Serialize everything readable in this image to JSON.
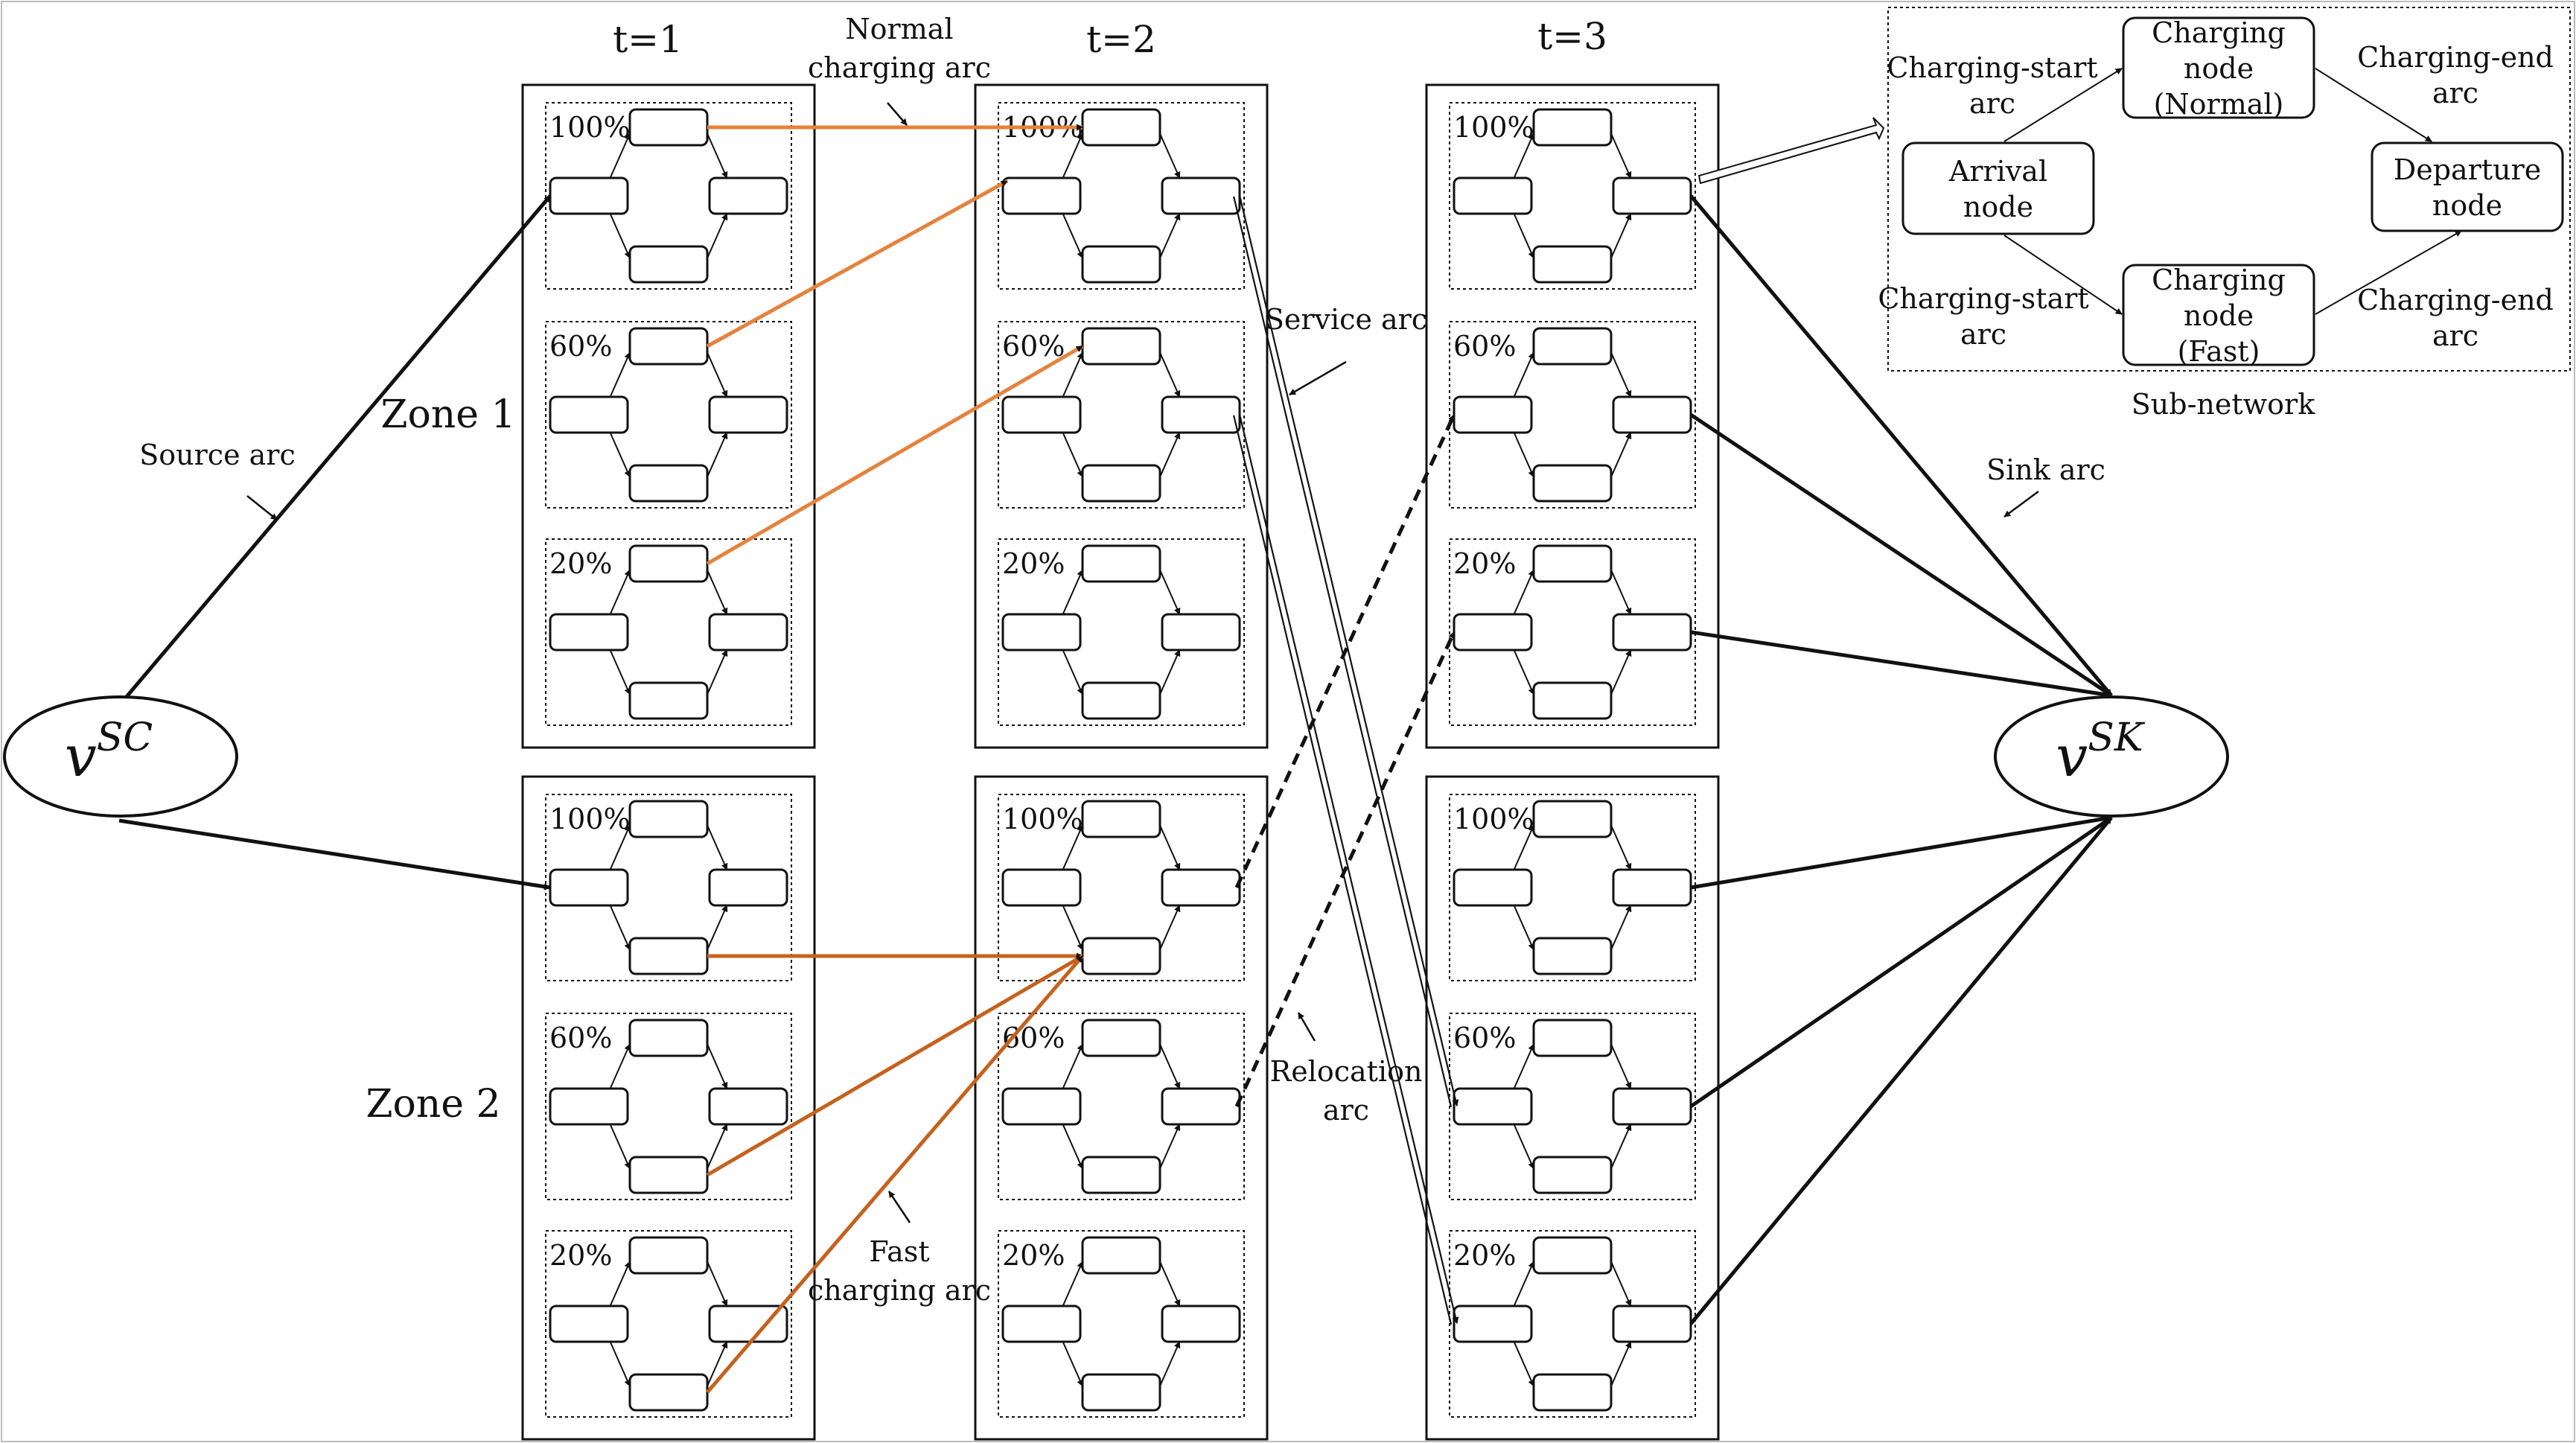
{
  "time_labels": [
    "t=1",
    "t=2",
    "t=3"
  ],
  "zone_labels": [
    "Zone 1",
    "Zone 2"
  ],
  "soc_levels": [
    "100%",
    "60%",
    "20%"
  ],
  "source": {
    "base": "v",
    "sup": "SC"
  },
  "sink": {
    "base": "v",
    "sup": "SK"
  },
  "arc_labels": {
    "normal_charging": [
      "Normal",
      "charging arc"
    ],
    "service": [
      "Service arc"
    ],
    "source": [
      "Source arc"
    ],
    "sink": [
      "Sink arc"
    ],
    "relocation": [
      "Relocation",
      "arc"
    ],
    "fast_charging": [
      "Fast",
      "charging arc"
    ]
  },
  "subnetwork": {
    "title": "Sub-network",
    "arrival": [
      "Arrival",
      "node"
    ],
    "departure": [
      "Departure",
      "node"
    ],
    "charging_normal": [
      "Charging",
      "node",
      "(Normal)"
    ],
    "charging_fast": [
      "Charging",
      "node",
      "(Fast)"
    ],
    "start_arc_top": [
      "Charging-start",
      "arc"
    ],
    "start_arc_bottom": [
      "Charging-start",
      "arc"
    ],
    "end_arc_top": [
      "Charging-end",
      "arc"
    ],
    "end_arc_bottom": [
      "Charging-end",
      "arc"
    ]
  },
  "colors": {
    "normal_charging_arc": "#E5823C",
    "fast_charging_arc": "#C5611E",
    "stroke": "#111111",
    "background": "#ffffff"
  }
}
